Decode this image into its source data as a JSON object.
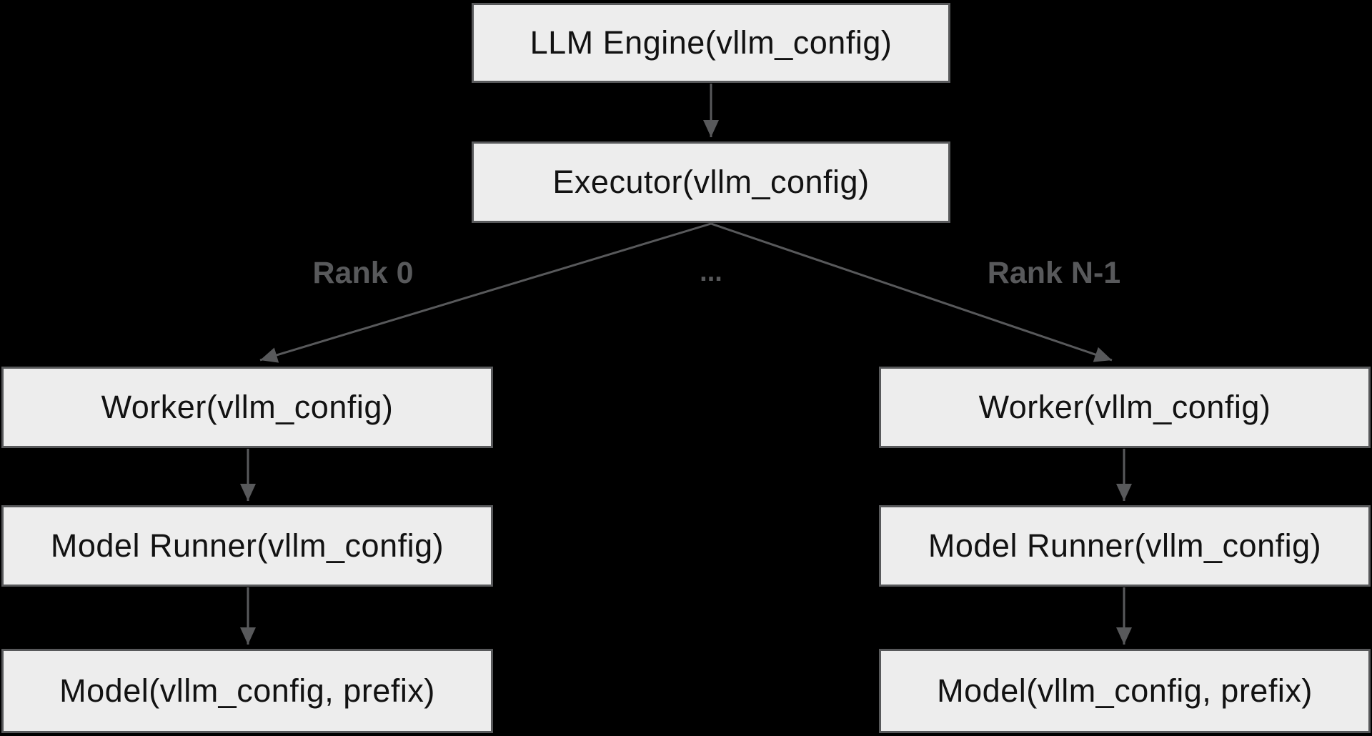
{
  "diagram": {
    "background_color": "#000000",
    "node_fill_color": "#ededed",
    "node_border_color": "#58595b",
    "node_text_color": "#121212",
    "edge_color": "#58595b",
    "edge_label_color": "#58595b",
    "nodes": {
      "llm_engine": {
        "label": "LLM Engine(vllm_config)"
      },
      "executor": {
        "label": "Executor(vllm_config)"
      },
      "worker_left": {
        "label": "Worker(vllm_config)"
      },
      "model_runner_left": {
        "label": "Model Runner(vllm_config)"
      },
      "model_left": {
        "label": "Model(vllm_config, prefix)"
      },
      "worker_right": {
        "label": "Worker(vllm_config)"
      },
      "model_runner_right": {
        "label": "Model Runner(vllm_config)"
      },
      "model_right": {
        "label": "Model(vllm_config, prefix)"
      }
    },
    "edge_labels": {
      "rank_0": "Rank 0",
      "ellipsis": "...",
      "rank_n_minus_1": "Rank N-1"
    }
  }
}
